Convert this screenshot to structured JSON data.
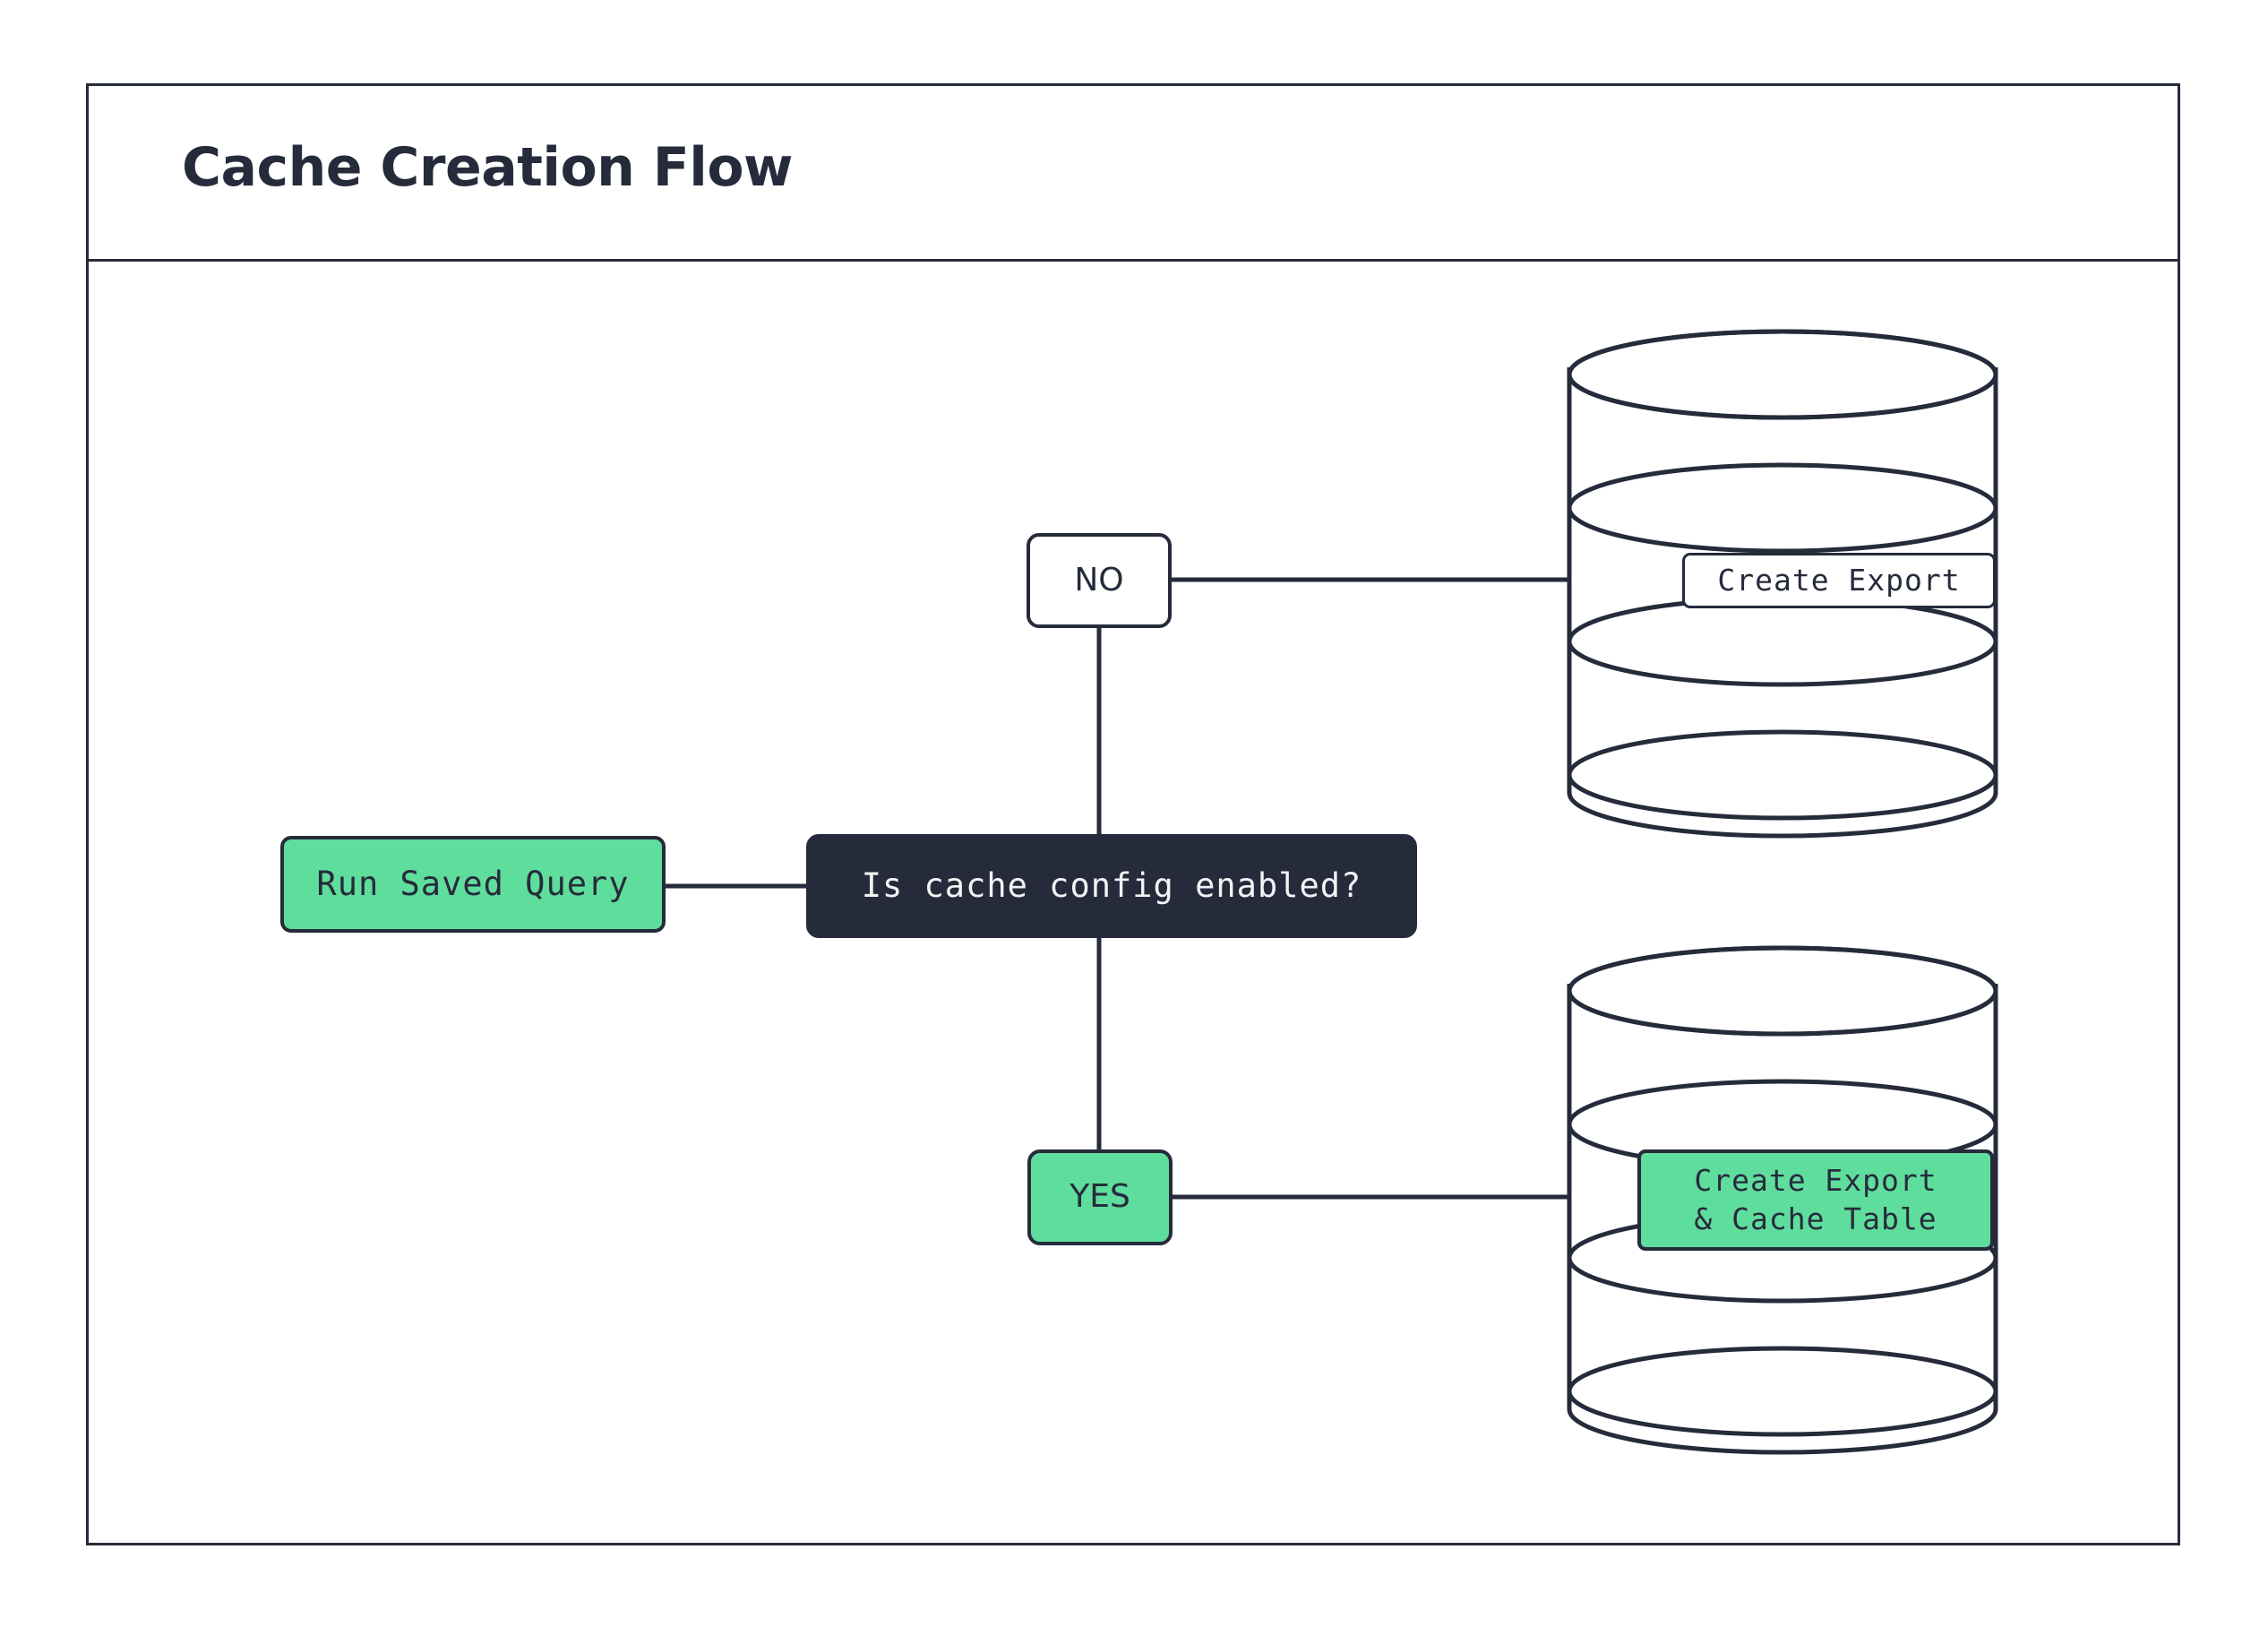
{
  "frame": {
    "title": "Cache Creation Flow"
  },
  "colors": {
    "ink": "#262b3b",
    "green": "#5fdd9d",
    "white": "#ffffff"
  },
  "nodes": {
    "start": {
      "label": "Run Saved Query",
      "shape": "rounded-rect",
      "fill": "green"
    },
    "decision": {
      "label": "Is cache config enabled?",
      "shape": "rounded-rect",
      "fill": "dark"
    },
    "branch_no": {
      "label": "NO",
      "shape": "rounded-rect",
      "fill": "white"
    },
    "branch_yes": {
      "label": "YES",
      "shape": "rounded-rect",
      "fill": "green"
    },
    "db_top": {
      "label": "Create Export",
      "shape": "cylinder",
      "fill": "white"
    },
    "db_bottom": {
      "label": "Create Export\n& Cache Table",
      "shape": "cylinder",
      "fill": "green"
    }
  },
  "edges": [
    {
      "from": "start",
      "to": "decision"
    },
    {
      "from": "decision",
      "to": "branch_no"
    },
    {
      "from": "decision",
      "to": "branch_yes"
    },
    {
      "from": "branch_no",
      "to": "db_top"
    },
    {
      "from": "branch_yes",
      "to": "db_bottom"
    }
  ]
}
